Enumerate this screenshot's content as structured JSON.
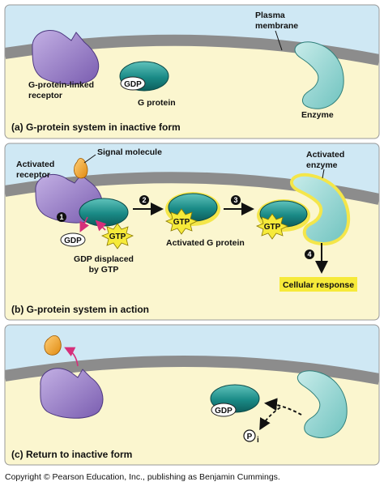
{
  "panel_a": {
    "plasma_membrane_line1": "Plasma",
    "plasma_membrane_line2": "membrane",
    "receptor_line1": "G-protein-linked",
    "receptor_line2": "receptor",
    "gdp": "GDP",
    "g_protein": "G protein",
    "enzyme": "Enzyme",
    "caption": "(a) G-protein system in inactive form"
  },
  "panel_b": {
    "signal_molecule": "Signal molecule",
    "activated_receptor_line1": "Activated",
    "activated_receptor_line2": "receptor",
    "step1": "1",
    "step2": "2",
    "step3": "3",
    "step4": "4",
    "gdp": "GDP",
    "gtp": "GTP",
    "gtp2": "GTP",
    "gtp3": "GTP",
    "gdp_displaced_line1": "GDP displaced",
    "gdp_displaced_line2": "by GTP",
    "activated_g_protein": "Activated G protein",
    "activated_enzyme_line1": "Activated",
    "activated_enzyme_line2": "enzyme",
    "cellular_response": "Cellular response",
    "caption": "(b) G-protein system in action"
  },
  "panel_c": {
    "gdp": "GDP",
    "phosphate_p": "P",
    "phosphate_sub": "i",
    "caption": "(c) Return to inactive form"
  },
  "copyright": "Copyright © Pearson Education, Inc., publishing as Benjamin Cummings.",
  "colors": {
    "extracellular": "#cfe8f4",
    "cytoplasm": "#fbf6cf",
    "membrane": "#8a8a8a",
    "receptor": "#9b7fc7",
    "g_protein": "#1f8f8a",
    "enzyme": "#8fd3cf",
    "signal": "#f0a030",
    "highlight": "#f4e64a",
    "arrow_magenta": "#d62f7a"
  }
}
